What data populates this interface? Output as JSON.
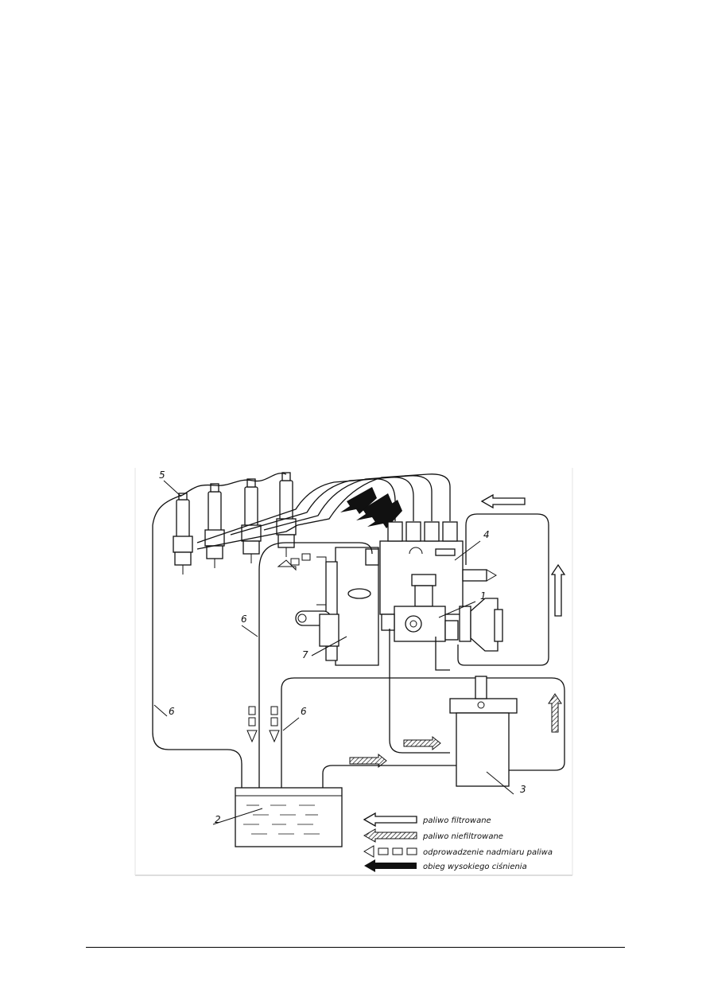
{
  "diagram": {
    "labels": {
      "l1": "1",
      "l2": "2",
      "l3": "3",
      "l4": "4",
      "l5": "5",
      "l6a": "6",
      "l6b": "6",
      "l6c": "6",
      "l7": "7"
    },
    "legend": {
      "filtered": "paliwo filtrowane",
      "unfiltered": "paliwo niefiltrowane",
      "excess": "odprowadzenie nadmiaru paliwa",
      "high_pressure": "obieg wysokiego ciśnienia"
    }
  }
}
